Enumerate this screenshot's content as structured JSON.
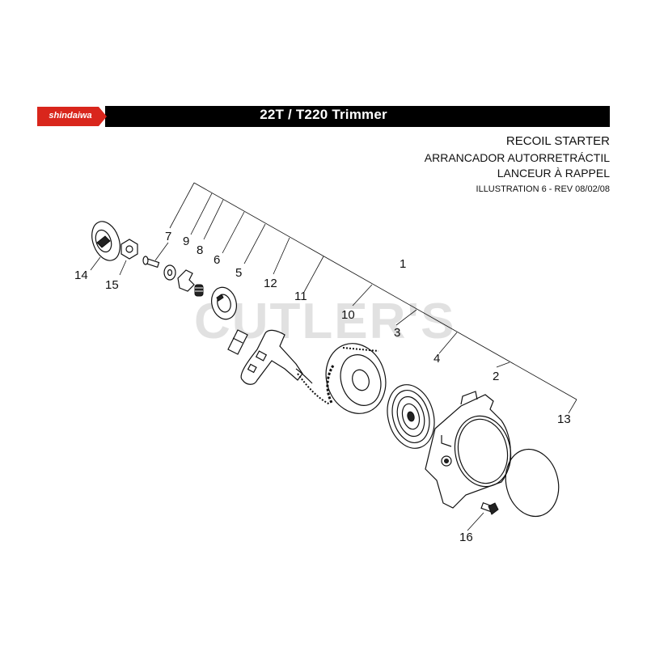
{
  "header": {
    "brand": "shindaiwa",
    "model_title": "22T / T220 Trimmer",
    "brand_color": "#d9261c",
    "bar_color": "#000000"
  },
  "titles": {
    "english": "RECOIL STARTER",
    "spanish": "ARRANCADOR AUTORRETRÁCTIL",
    "french": "LANCEUR À RAPPEL",
    "illustration": "ILLUSTRATION 6 - REV 08/02/08"
  },
  "watermark": "CUTLER'S",
  "callouts": {
    "c1": "1",
    "c2": "2",
    "c3": "3",
    "c4": "4",
    "c5": "5",
    "c6": "6",
    "c7": "7",
    "c8": "8",
    "c9": "9",
    "c10": "10",
    "c11": "11",
    "c12": "12",
    "c13": "13",
    "c14": "14",
    "c15": "15",
    "c16": "16"
  }
}
